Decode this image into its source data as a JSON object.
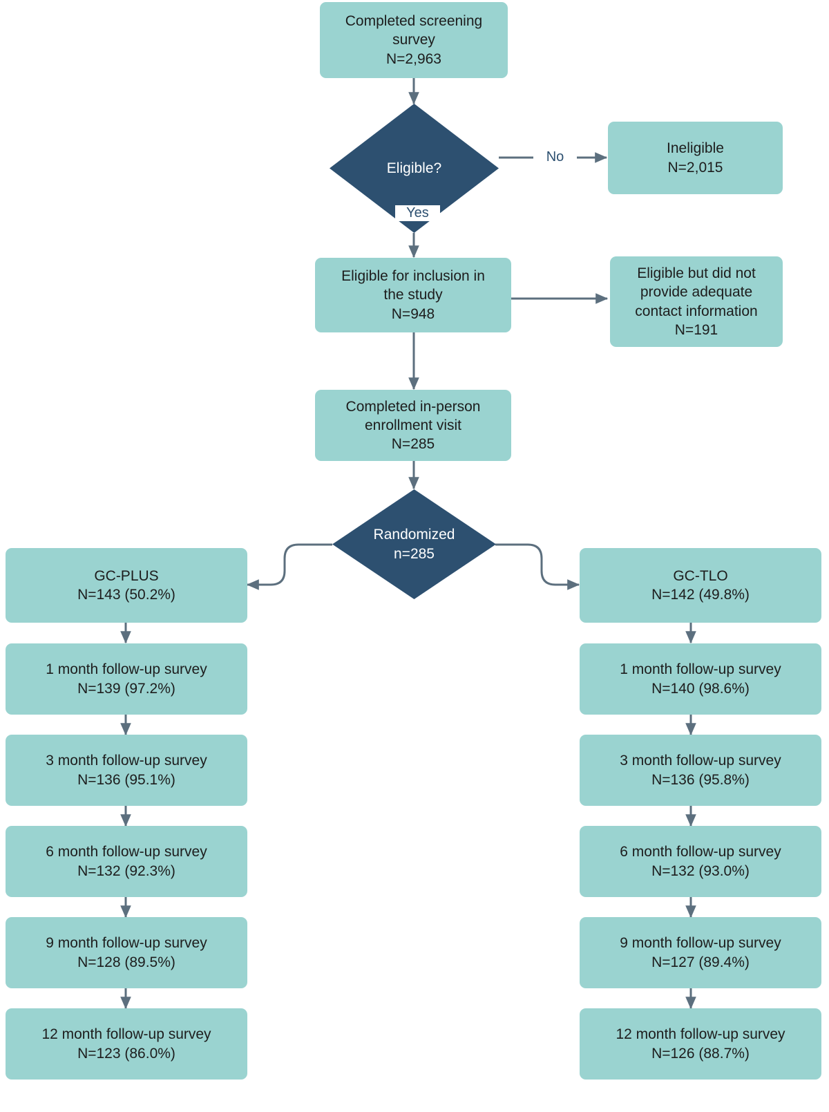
{
  "diagram": {
    "title": "CONSORT participant flow diagram",
    "colors": {
      "box_fill": "#9ad3d0",
      "decision_fill": "#2d5070",
      "box_text": "#1d1d1d",
      "decision_text": "#ffffff",
      "connector": "#5c6f7e",
      "edge_label_text": "#2d5070",
      "background": "#ffffff"
    },
    "nodes": {
      "screening": {
        "label": "Completed screening\nsurvey\nN=2,963",
        "shape": "rounded-rect"
      },
      "eligible_decision": {
        "label": "Eligible?",
        "shape": "diamond"
      },
      "ineligible": {
        "label": "Ineligible\nN=2,015",
        "shape": "rounded-rect"
      },
      "eligible_inclusion": {
        "label": "Eligible for inclusion in\nthe study\nN=948",
        "shape": "rounded-rect"
      },
      "no_contact_info": {
        "label": "Eligible but did not\nprovide adequate\ncontact information\nN=191",
        "shape": "rounded-rect"
      },
      "enrollment_visit": {
        "label": "Completed in-person\nenrollment visit\nN=285",
        "shape": "rounded-rect"
      },
      "randomized": {
        "label": "Randomized\nn=285",
        "shape": "diamond"
      }
    },
    "edge_labels": {
      "no": "No",
      "yes": "Yes"
    },
    "arms": [
      {
        "id": "gc-plus",
        "label": "GC-PLUS\nN=143 (50.2%)",
        "followups": [
          {
            "label": "1 month follow-up survey\nN=139 (97.2%)"
          },
          {
            "label": "3 month follow-up survey\nN=136 (95.1%)"
          },
          {
            "label": "6 month follow-up survey\nN=132 (92.3%)"
          },
          {
            "label": "9 month follow-up survey\nN=128 (89.5%)"
          },
          {
            "label": "12 month follow-up survey\nN=123 (86.0%)"
          }
        ]
      },
      {
        "id": "gc-tlo",
        "label": "GC-TLO\nN=142 (49.8%)",
        "followups": [
          {
            "label": "1 month follow-up survey\nN=140 (98.6%)"
          },
          {
            "label": "3 month follow-up survey\nN=136 (95.8%)"
          },
          {
            "label": "6 month follow-up survey\nN=132 (93.0%)"
          },
          {
            "label": "9 month follow-up survey\nN=127 (89.4%)"
          },
          {
            "label": "12 month follow-up survey\nN=126 (88.7%)"
          }
        ]
      }
    ]
  },
  "chart_data": {
    "type": "table",
    "title": "Participant flow counts",
    "categories": [
      "Completed screening survey",
      "Ineligible",
      "Eligible for inclusion in the study",
      "Eligible but did not provide adequate contact information",
      "Completed in-person enrollment visit",
      "Randomized",
      "GC-PLUS allocated",
      "GC-TLO allocated"
    ],
    "values": [
      2963,
      2015,
      948,
      191,
      285,
      285,
      143,
      142
    ],
    "series": [
      {
        "name": "GC-PLUS",
        "categories": [
          "1 month",
          "3 month",
          "6 month",
          "9 month",
          "12 month"
        ],
        "values": [
          139,
          136,
          132,
          128,
          123
        ],
        "percents": [
          97.2,
          95.1,
          92.3,
          89.5,
          86.0
        ]
      },
      {
        "name": "GC-TLO",
        "categories": [
          "1 month",
          "3 month",
          "6 month",
          "9 month",
          "12 month"
        ],
        "values": [
          140,
          136,
          132,
          127,
          126
        ],
        "percents": [
          98.6,
          95.8,
          93.0,
          89.4,
          88.7
        ]
      }
    ]
  }
}
